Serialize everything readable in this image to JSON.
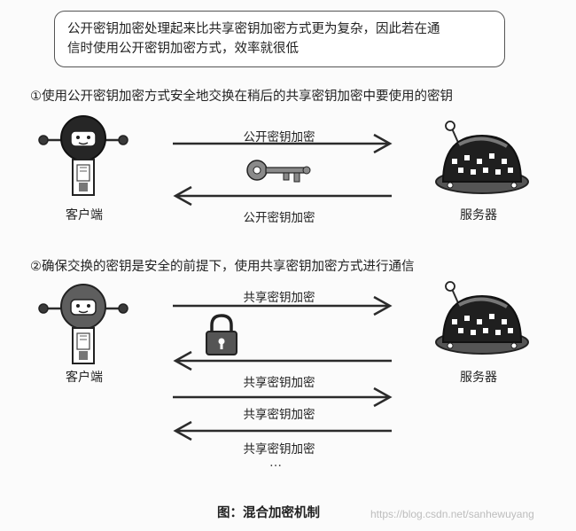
{
  "note": {
    "line1": "公开密钥加密处理起来比共享密钥加密方式更为复杂，因此若在通",
    "line2": "信时使用公开密钥加密方式，效率就很低"
  },
  "step1": {
    "title": "①使用公开密钥加密方式安全地交换在稍后的共享密钥加密中要使用的密钥",
    "client_label": "客户端",
    "server_label": "服务器",
    "arrow_right_label": "公开密钥加密",
    "arrow_left_label": "公开密钥加密"
  },
  "step2": {
    "title": "②确保交换的密钥是安全的前提下，使用共享密钥加密方式进行通信",
    "client_label": "客户端",
    "server_label": "服务器",
    "arrow_labels": [
      "共享密钥加密",
      "共享密钥加密",
      "共享密钥加密",
      "共享密钥加密"
    ],
    "ellipsis": "…"
  },
  "caption": "图：混合加密机制",
  "watermark": "https://blog.csdn.net/sanhewuyang",
  "colors": {
    "stroke": "#2b2b2b",
    "robot_face_1": "#2a2a2a",
    "robot_face_2": "#6a6a6a",
    "server_shell": "#3a3a3a",
    "key_fill": "#8a8a8a",
    "lock_fill": "#555555"
  },
  "icons": {
    "client": "robot-icon",
    "server": "dome-server-icon",
    "key": "key-icon",
    "lock": "padlock-icon"
  }
}
